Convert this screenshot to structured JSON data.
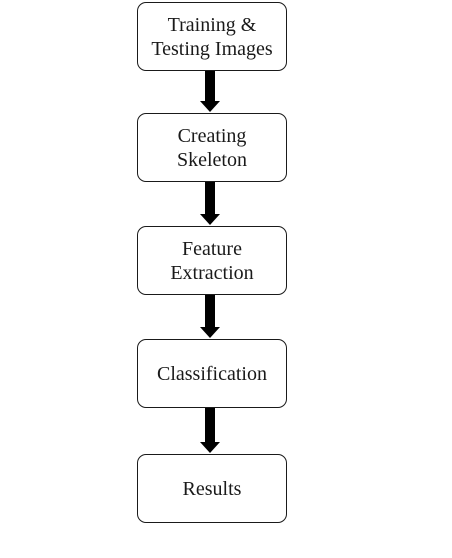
{
  "diagram": {
    "nodes": [
      {
        "id": "n1",
        "label": "Training &\nTesting Images"
      },
      {
        "id": "n2",
        "label": "Creating\nSkeleton"
      },
      {
        "id": "n3",
        "label": "Feature\nExtraction"
      },
      {
        "id": "n4",
        "label": "Classification"
      },
      {
        "id": "n5",
        "label": "Results"
      }
    ],
    "edges": [
      {
        "from": "n1",
        "to": "n2"
      },
      {
        "from": "n2",
        "to": "n3"
      },
      {
        "from": "n3",
        "to": "n4"
      },
      {
        "from": "n4",
        "to": "n5"
      }
    ],
    "colors": {
      "stroke": "#1a1a1a",
      "arrow": "#000000",
      "background": "#ffffff"
    }
  }
}
